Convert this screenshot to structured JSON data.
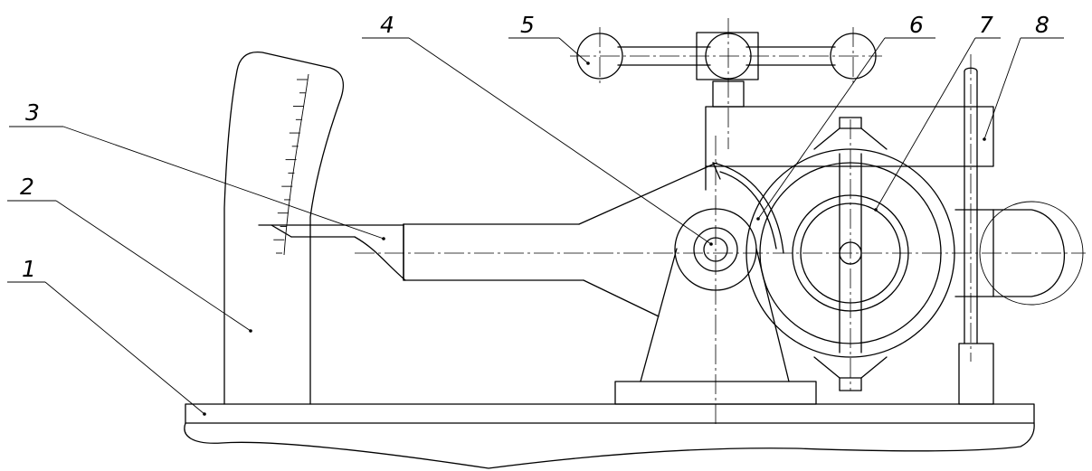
{
  "labels": [
    "1",
    "2",
    "3",
    "4",
    "5",
    "6",
    "7",
    "8"
  ],
  "scale": {
    "tick_count": 14
  },
  "colors": {
    "line": "#000000",
    "background": "#ffffff"
  }
}
